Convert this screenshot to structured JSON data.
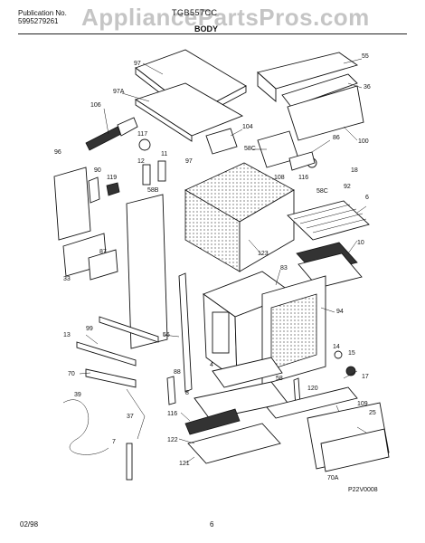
{
  "header": {
    "publication_label": "Publication No.",
    "publication_number": "5995279261",
    "model": "TGB557CC",
    "section": "BODY",
    "watermark": "AppliancePartsPros.com"
  },
  "footer": {
    "date": "02/98",
    "page": "6"
  },
  "drawing_code": "P22V0008",
  "callouts": [
    "55",
    "97",
    "97A",
    "36",
    "106",
    "104",
    "100",
    "58C",
    "86",
    "117",
    "96",
    "12",
    "11",
    "97",
    "90",
    "119",
    "58B",
    "108",
    "116",
    "18",
    "58C",
    "92",
    "6",
    "10",
    "33",
    "123",
    "83",
    "99",
    "87",
    "13",
    "56",
    "94",
    "14",
    "15",
    "70",
    "88",
    "4",
    "58",
    "17",
    "120",
    "39",
    "8",
    "109",
    "37",
    "116",
    "25",
    "122",
    "7",
    "121",
    "70A"
  ]
}
